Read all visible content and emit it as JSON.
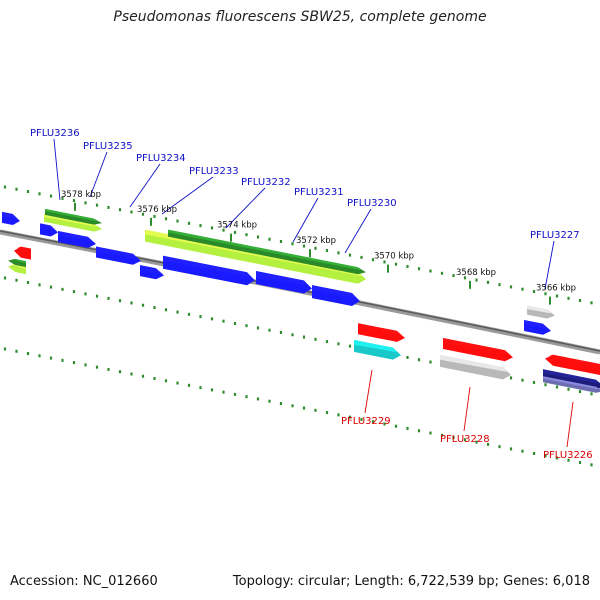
{
  "title": "Pseudomonas fluorescens SBW25, complete genome",
  "footer": {
    "accession": "Accession: NC_012660",
    "topology": "Topology: circular; Length: 6,722,539 bp; Genes: 6,018"
  },
  "colors": {
    "backbone": "#808080",
    "tick": "#2e8b2e",
    "upper_label": "#1010c8",
    "lower_label": "#dd0000",
    "blue_gene": "#1a1aff",
    "red_gene": "#ff0d0d",
    "cyan_gene": "#19c8c8",
    "gray_gene": "#b8b8b8",
    "navy_gene": "#1c1c7a",
    "lime_gene": "#b4f040",
    "dark_green_gene": "#2a8a2a"
  },
  "scale": {
    "ticks": [
      {
        "label": "3578 kbp"
      },
      {
        "label": "3576 kbp"
      },
      {
        "label": "3574 kbp"
      },
      {
        "label": "3572 kbp"
      },
      {
        "label": "3570 kbp"
      },
      {
        "label": "3568 kbp"
      },
      {
        "label": "3566 kbp"
      }
    ]
  },
  "upper_labels": [
    {
      "name": "PFLU3236"
    },
    {
      "name": "PFLU3235"
    },
    {
      "name": "PFLU3234"
    },
    {
      "name": "PFLU3233"
    },
    {
      "name": "PFLU3232"
    },
    {
      "name": "PFLU3231"
    },
    {
      "name": "PFLU3230"
    },
    {
      "name": "PFLU3227"
    }
  ],
  "lower_labels": [
    {
      "name": "PFLU3229"
    },
    {
      "name": "PFLU3228"
    },
    {
      "name": "PFLU3226"
    }
  ]
}
